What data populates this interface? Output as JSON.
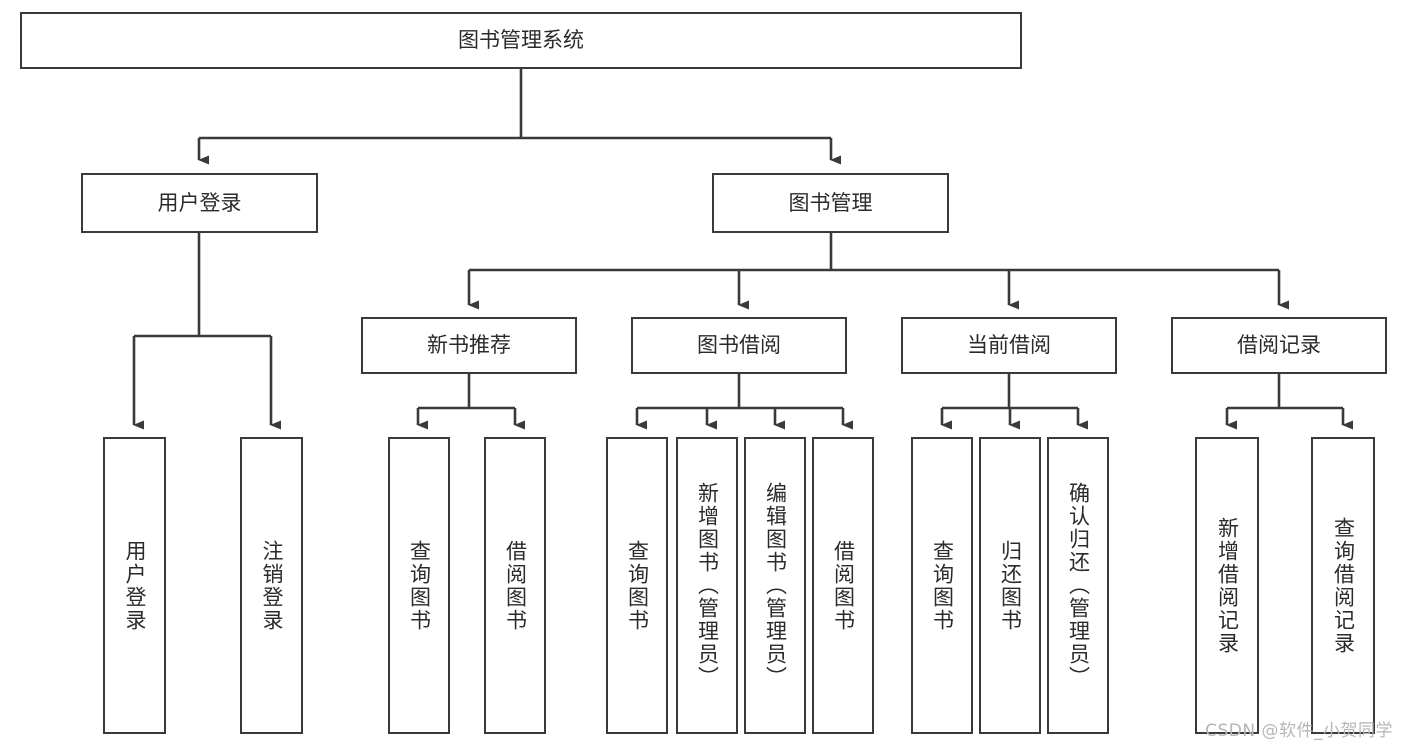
{
  "diagram": {
    "type": "tree-hierarchy",
    "title": "图书管理系统",
    "watermark": "CSDN @软件_小贺同学",
    "colors": {
      "box_border": "#3a3a3a",
      "box_fill": "#ffffff",
      "edge": "#3a3a3a",
      "text": "#2b2b2b",
      "watermark": "#b6b6b6",
      "background": "#ffffff"
    },
    "root": {
      "label": "图书管理系统"
    },
    "level2": [
      {
        "label": "用户登录"
      },
      {
        "label": "图书管理"
      }
    ],
    "level3": [
      {
        "label": "新书推荐"
      },
      {
        "label": "图书借阅"
      },
      {
        "label": "当前借阅"
      },
      {
        "label": "借阅记录"
      }
    ],
    "leaves": {
      "user_login": [
        {
          "label": "用户登录"
        },
        {
          "label": "注销登录"
        }
      ],
      "new_book_recommend": [
        {
          "label": "查询图书"
        },
        {
          "label": "借阅图书"
        }
      ],
      "book_borrow": [
        {
          "label": "查询图书"
        },
        {
          "label": "新增图书（管理员）"
        },
        {
          "label": "编辑图书（管理员）"
        },
        {
          "label": "借阅图书"
        }
      ],
      "current_borrow": [
        {
          "label": "查询图书"
        },
        {
          "label": "归还图书"
        },
        {
          "label": "确认归还（管理员）"
        }
      ],
      "borrow_record": [
        {
          "label": "新增借阅记录"
        },
        {
          "label": "查询借阅记录"
        }
      ]
    }
  }
}
